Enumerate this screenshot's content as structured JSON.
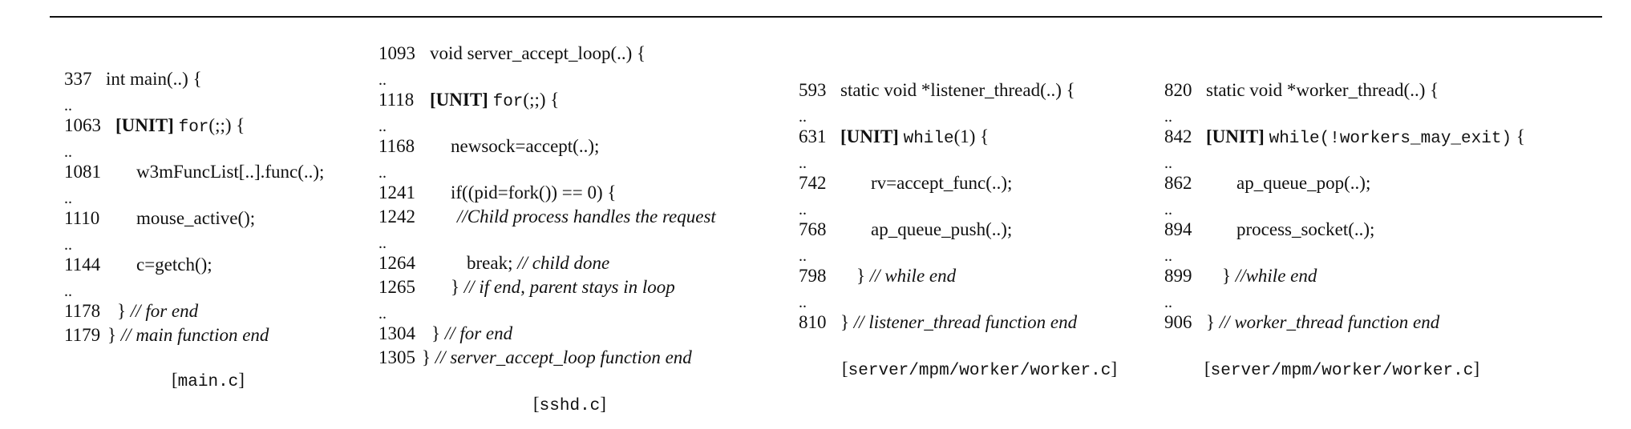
{
  "listings": [
    {
      "id": "main",
      "caption_prefix": "[",
      "caption_file": "main.c",
      "caption_suffix": "]",
      "lines": [
        {
          "ln": "337",
          "pre": "int main(..) {"
        },
        {
          "dots": ".."
        },
        {
          "ln": "1063",
          "unit": "[UNIT]",
          "kw": "for",
          "post": "(;;) {"
        },
        {
          "dots": ".."
        },
        {
          "ln": "1081",
          "pre": "w3mFuncList[..].func(..);"
        },
        {
          "dots": ".."
        },
        {
          "ln": "1110",
          "pre": "mouse_active();"
        },
        {
          "dots": ".."
        },
        {
          "ln": "1144",
          "pre": "c=getch();"
        },
        {
          "dots": ".."
        },
        {
          "ln": "1178",
          "pre": "}",
          "comment": "// for end"
        },
        {
          "ln": "1179",
          "pre": "}",
          "comment": "// main function end"
        }
      ]
    },
    {
      "id": "sshd",
      "caption_prefix": "[",
      "caption_file": "sshd.c",
      "caption_suffix": "]",
      "lines": [
        {
          "ln": "1093",
          "pre": "void server_accept_loop(..) {"
        },
        {
          "dots": ".."
        },
        {
          "ln": "1118",
          "unit": "[UNIT]",
          "kw": "for",
          "post": "(;;) {"
        },
        {
          "dots": ".."
        },
        {
          "ln": "1168",
          "pre": "newsock=accept(..);"
        },
        {
          "dots": ".."
        },
        {
          "ln": "1241",
          "pre": "if((pid=fork()) == 0) {"
        },
        {
          "ln": "1242",
          "comment": "//Child process handles the request"
        },
        {
          "dots": ".."
        },
        {
          "ln": "1264",
          "pre": "break;",
          "comment": "// child done"
        },
        {
          "ln": "1265",
          "pre": "}",
          "comment": "// if end, parent stays in loop"
        },
        {
          "dots": ".."
        },
        {
          "ln": "1304",
          "pre": "}",
          "comment": "// for end"
        },
        {
          "ln": "1305",
          "pre": "}",
          "comment": "// server_accept_loop function end"
        }
      ]
    },
    {
      "id": "listener",
      "caption_prefix": "[",
      "caption_file": "server/mpm/worker/worker.c",
      "caption_suffix": "]",
      "lines": [
        {
          "ln": "593",
          "pre": "static void *listener_thread(..) {"
        },
        {
          "dots": ".."
        },
        {
          "ln": "631",
          "unit": "[UNIT]",
          "kw": "while",
          "post": "(1) {"
        },
        {
          "dots": ".."
        },
        {
          "ln": "742",
          "pre": "rv=accept_func(..);"
        },
        {
          "dots": ".."
        },
        {
          "ln": "768",
          "pre": "ap_queue_push(..);"
        },
        {
          "dots": ".."
        },
        {
          "ln": "798",
          "pre": "}",
          "comment": "// while end"
        },
        {
          "dots": ".."
        },
        {
          "ln": "810",
          "pre": "}",
          "comment": "// listener_thread function end"
        }
      ]
    },
    {
      "id": "worker",
      "caption_prefix": "[",
      "caption_file": "server/mpm/worker/worker.c",
      "caption_suffix": "]",
      "lines": [
        {
          "ln": "820",
          "pre": "static void *worker_thread(..) {"
        },
        {
          "dots": ".."
        },
        {
          "ln": "842",
          "unit": "[UNIT]",
          "kw": "while",
          "mono_post": "(!workers_may_exit)",
          "post": " {"
        },
        {
          "dots": ".."
        },
        {
          "ln": "862",
          "pre": "ap_queue_pop(..);"
        },
        {
          "dots": ".."
        },
        {
          "ln": "894",
          "pre": "process_socket(..);"
        },
        {
          "dots": ".."
        },
        {
          "ln": "899",
          "pre": "}",
          "comment": "//while end"
        },
        {
          "dots": ".."
        },
        {
          "ln": "906",
          "pre": "}",
          "comment": "// worker_thread function end"
        }
      ]
    }
  ]
}
